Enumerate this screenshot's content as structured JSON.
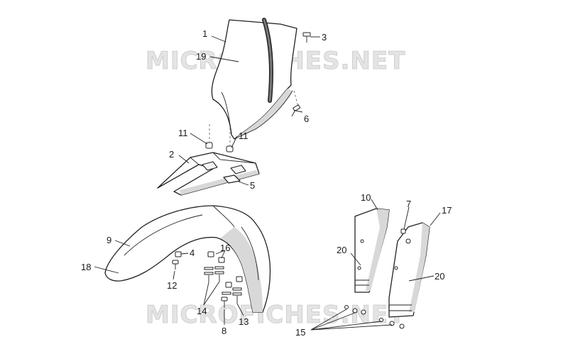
{
  "watermarks": [
    "MICROFICHES.NET",
    "MICROFICHES.NET"
  ],
  "callouts": [
    {
      "id": "c1",
      "label": "1"
    },
    {
      "id": "c3",
      "label": "3"
    },
    {
      "id": "c19",
      "label": "19"
    },
    {
      "id": "c6",
      "label": "6"
    },
    {
      "id": "c11a",
      "label": "11"
    },
    {
      "id": "c11b",
      "label": "11"
    },
    {
      "id": "c2",
      "label": "2"
    },
    {
      "id": "c5",
      "label": "5"
    },
    {
      "id": "c10",
      "label": "10"
    },
    {
      "id": "c7",
      "label": "7"
    },
    {
      "id": "c17",
      "label": "17"
    },
    {
      "id": "c9",
      "label": "9"
    },
    {
      "id": "c4",
      "label": "4"
    },
    {
      "id": "c16",
      "label": "16"
    },
    {
      "id": "c20a",
      "label": "20"
    },
    {
      "id": "c20b",
      "label": "20"
    },
    {
      "id": "c18",
      "label": "18"
    },
    {
      "id": "c12",
      "label": "12"
    },
    {
      "id": "c14",
      "label": "14"
    },
    {
      "id": "c13",
      "label": "13"
    },
    {
      "id": "c8",
      "label": "8"
    },
    {
      "id": "c15",
      "label": "15"
    }
  ]
}
